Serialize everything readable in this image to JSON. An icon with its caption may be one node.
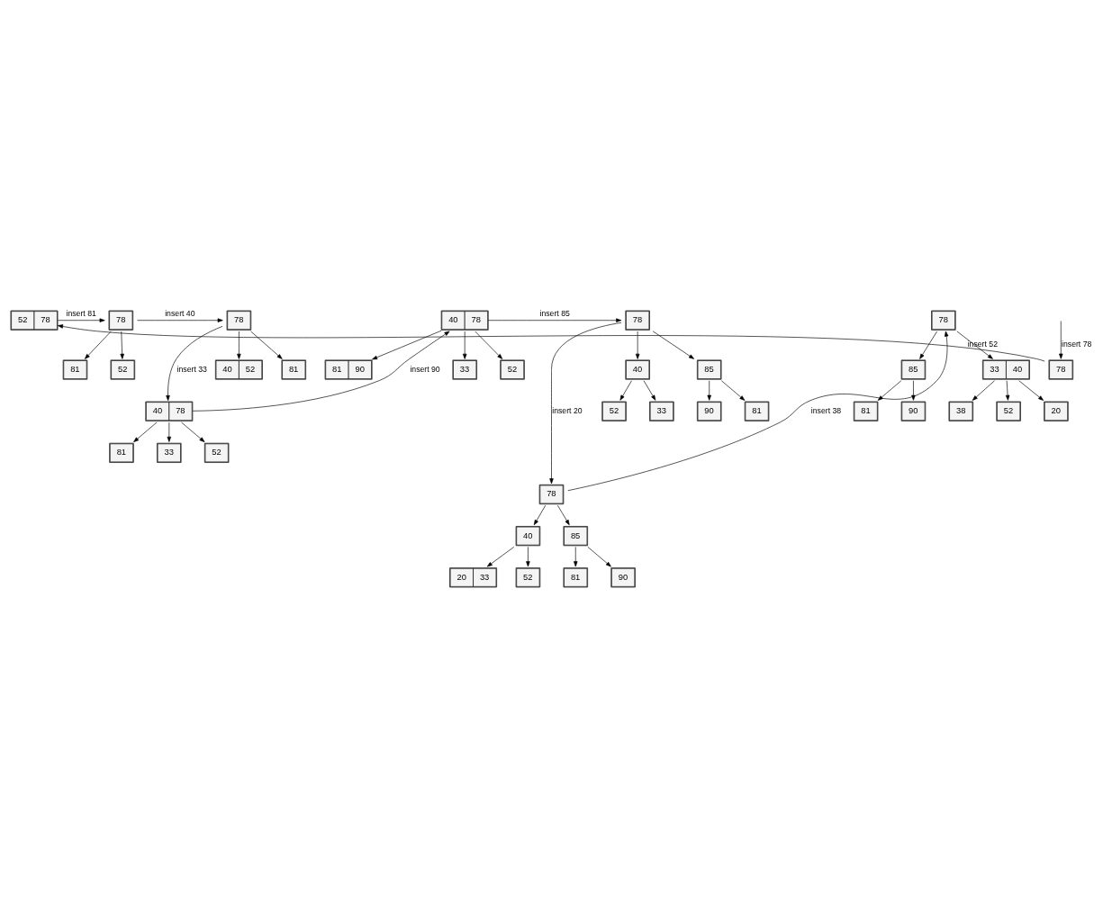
{
  "diagram": {
    "nodes": [
      {
        "text": [
          "78"
        ]
      },
      {
        "text": [
          "52",
          "78"
        ]
      },
      {
        "text": [
          "78"
        ]
      },
      {
        "text": [
          "52"
        ]
      },
      {
        "text": [
          "81"
        ]
      },
      {
        "text": [
          "78"
        ]
      },
      {
        "text": [
          "40",
          "52"
        ]
      },
      {
        "text": [
          "81"
        ]
      },
      {
        "text": [
          "40",
          "78"
        ]
      },
      {
        "text": [
          "33"
        ]
      },
      {
        "text": [
          "52"
        ]
      },
      {
        "text": [
          "81"
        ]
      },
      {
        "text": [
          "40",
          "78"
        ]
      },
      {
        "text": [
          "33"
        ]
      },
      {
        "text": [
          "52"
        ]
      },
      {
        "text": [
          "81",
          "90"
        ]
      },
      {
        "text": [
          "78"
        ]
      },
      {
        "text": [
          "40"
        ]
      },
      {
        "text": [
          "85"
        ]
      },
      {
        "text": [
          "33"
        ]
      },
      {
        "text": [
          "52"
        ]
      },
      {
        "text": [
          "81"
        ]
      },
      {
        "text": [
          "90"
        ]
      },
      {
        "text": [
          "78"
        ]
      },
      {
        "text": [
          "40"
        ]
      },
      {
        "text": [
          "85"
        ]
      },
      {
        "text": [
          "20",
          "33"
        ]
      },
      {
        "text": [
          "52"
        ]
      },
      {
        "text": [
          "81"
        ]
      },
      {
        "text": [
          "90"
        ]
      },
      {
        "text": [
          "78"
        ]
      },
      {
        "text": [
          "33",
          "40"
        ]
      },
      {
        "text": [
          "85"
        ]
      },
      {
        "text": [
          "20"
        ]
      },
      {
        "text": [
          "38"
        ]
      },
      {
        "text": [
          "52"
        ]
      },
      {
        "text": [
          "81"
        ]
      },
      {
        "text": [
          "90"
        ]
      }
    ],
    "edges": [
      {
        "from": null,
        "to": 0,
        "arrow": "to",
        "label": "insert 78"
      },
      {
        "from": 0,
        "to": 1,
        "arrow": "to",
        "label": "insert 52"
      },
      {
        "from": 1,
        "to": 2,
        "arrow": "to",
        "label": "insert 81"
      },
      {
        "from": 2,
        "to": 3,
        "arrow": "to"
      },
      {
        "from": 2,
        "to": 4,
        "arrow": "to"
      },
      {
        "from": 2,
        "to": 5,
        "arrow": "to",
        "label": "insert 40"
      },
      {
        "from": 5,
        "to": 6,
        "arrow": "to"
      },
      {
        "from": 5,
        "to": 7,
        "arrow": "to"
      },
      {
        "from": 5,
        "to": 8,
        "arrow": "to",
        "label": "insert 33"
      },
      {
        "from": 8,
        "to": 9,
        "arrow": "to"
      },
      {
        "from": 8,
        "to": 10,
        "arrow": "to"
      },
      {
        "from": 8,
        "to": 11,
        "arrow": "to"
      },
      {
        "from": 8,
        "to": 12,
        "arrow": "to",
        "label": "insert 90"
      },
      {
        "from": 12,
        "to": 13,
        "arrow": "to"
      },
      {
        "from": 12,
        "to": 14,
        "arrow": "to"
      },
      {
        "from": 12,
        "to": 15,
        "arrow": "to"
      },
      {
        "from": 12,
        "to": 16,
        "arrow": "to",
        "label": "insert 85"
      },
      {
        "from": 16,
        "to": 17,
        "arrow": "to"
      },
      {
        "from": 16,
        "to": 18,
        "arrow": "to"
      },
      {
        "from": 17,
        "to": 19,
        "arrow": "to"
      },
      {
        "from": 17,
        "to": 20,
        "arrow": "to"
      },
      {
        "from": 18,
        "to": 21,
        "arrow": "to"
      },
      {
        "from": 18,
        "to": 22,
        "arrow": "to"
      },
      {
        "from": 16,
        "to": 23,
        "arrow": "to",
        "label": "insert 20"
      },
      {
        "from": 23,
        "to": 24,
        "arrow": "to"
      },
      {
        "from": 23,
        "to": 25,
        "arrow": "to"
      },
      {
        "from": 24,
        "to": 26,
        "arrow": "to"
      },
      {
        "from": 24,
        "to": 27,
        "arrow": "to"
      },
      {
        "from": 25,
        "to": 28,
        "arrow": "to"
      },
      {
        "from": 25,
        "to": 29,
        "arrow": "to"
      },
      {
        "from": 23,
        "to": 30,
        "arrow": "to",
        "label": "insert 38"
      },
      {
        "from": 30,
        "to": 31,
        "arrow": "to"
      },
      {
        "from": 30,
        "to": 32,
        "arrow": "to"
      },
      {
        "from": 31,
        "to": 33,
        "arrow": "to"
      },
      {
        "from": 31,
        "to": 34,
        "arrow": "to"
      },
      {
        "from": 31,
        "to": 35,
        "arrow": "to"
      },
      {
        "from": 32,
        "to": 36,
        "arrow": "to"
      },
      {
        "from": 32,
        "to": 37,
        "arrow": "to"
      }
    ]
  }
}
